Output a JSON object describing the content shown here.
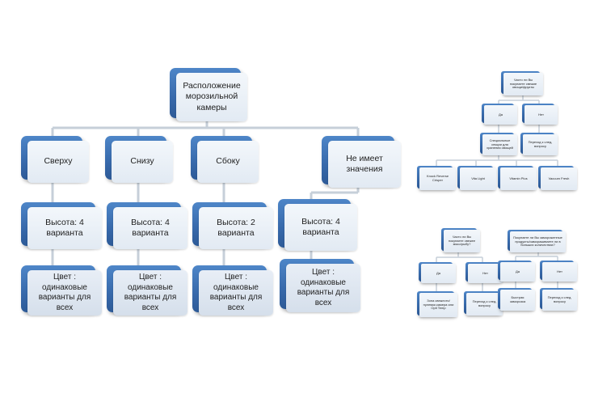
{
  "main_tree": {
    "root": "Расположение морозильной камеры",
    "columns": [
      {
        "position": "Сверху",
        "height": "Высота: 4 варианта",
        "color": "Цвет : одинаковые варианты для всех"
      },
      {
        "position": "Снизу",
        "height": "Высота: 4 варианта",
        "color": "Цвет : одинаковые варианты для всех"
      },
      {
        "position": "Сбоку",
        "height": "Высота: 2 варианта",
        "color": "Цвет : одинаковые варианты для всех"
      },
      {
        "position": "Не имеет значения",
        "height": "Высота: 4 варианта",
        "color": "Цвет : одинаковые варианты для всех"
      }
    ]
  },
  "small_tree_1": {
    "question": "Часто ли Вы покупаете свежие овощи/фрукты",
    "yes": "Да",
    "no": "Нет",
    "yes_child": "Специальные секции для хранения овощей",
    "no_child": "Переход к след. вопросу",
    "leaves": [
      "Knock Reverse Crisper",
      "Vita Light",
      "Vitamin Plus",
      "Vacuum Fresh"
    ]
  },
  "small_tree_2": {
    "question": "Часто ли Вы покупаете свежее мясо/рыбу?",
    "yes": "Да",
    "no": "Нет",
    "yes_child": "Зона свежести/ нулевая камера или Opti Temp",
    "no_child": "Переход к след. вопросу"
  },
  "small_tree_3": {
    "question": "Покупаете ли Вы замороженные продукты/замораживаете ли в больших количествах?",
    "yes": "Да",
    "no": "Нет",
    "yes_child": "Быстрая заморозка",
    "no_child": "Переход к след. вопросу"
  }
}
